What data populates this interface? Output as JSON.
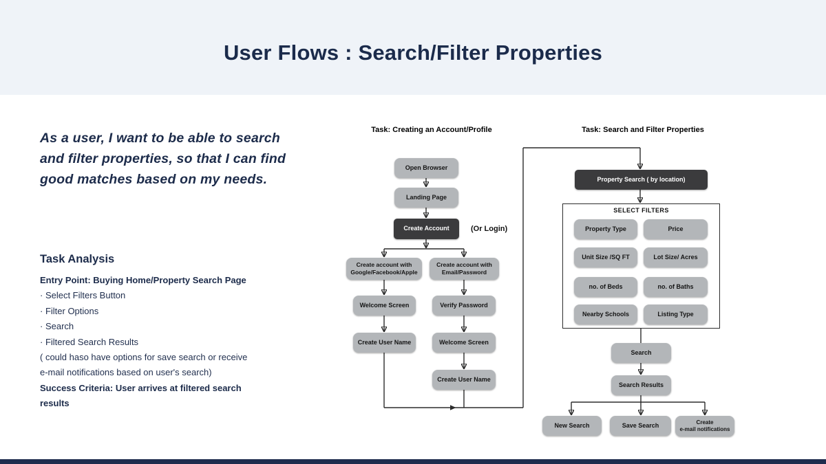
{
  "header": {
    "title": "User Flows : Search/Filter Properties"
  },
  "left_panel": {
    "user_story": "As a user, I want to be able to search\nand filter properties, so that I can find\ngood matches based on my needs.",
    "task_analysis_heading": "Task Analysis",
    "entry_point": "Entry Point: Buying Home/Property Search Page",
    "bullets": [
      "· Select Filters Button",
      "· Filter Options",
      "· Search",
      "· Filtered Search Results"
    ],
    "note_line1": "( could haso have options for save search or receive",
    "note_line2": "e-mail notifications based on user's search)",
    "success_line1": "Success Criteria: User arrives at filtered search",
    "success_line2": "results"
  },
  "flow_account": {
    "title": "Task: Creating an Account/Profile",
    "nodes": {
      "open_browser": "Open Browser",
      "landing_page": "Landing Page",
      "create_account": "Create Account",
      "or_login": "(Or Login)",
      "create_google": "Create account with\nGoogle/Facebook/Apple",
      "create_email": "Create account with\nEmail/Password",
      "welcome_left": "Welcome Screen",
      "username_left": "Create User Name",
      "verify_password": "Verify Password",
      "welcome_right": "Welcome Screen",
      "username_right": "Create User Name"
    }
  },
  "flow_search": {
    "title": "Task: Search and Filter Properties",
    "property_search": "Property Search ( by location)",
    "select_filters_heading": "SELECT FILTERS",
    "filters": [
      "Property Type",
      "Price",
      "Unit Size /SQ FT",
      "Lot Size/ Acres",
      "no. of Beds",
      "no. of Baths",
      "Nearby Schools",
      "Listing Type"
    ],
    "search": "Search",
    "search_results": "Search Results",
    "outcomes": [
      "New Search",
      "Save Search",
      "Create\ne-mail notifications"
    ]
  },
  "colors": {
    "accent_navy": "#1b2b4b",
    "header_background": "#eff3f8",
    "node_gray": "#b3b6b9",
    "node_dark": "#3b3b3d",
    "footer_bar": "#1f2c4e"
  }
}
